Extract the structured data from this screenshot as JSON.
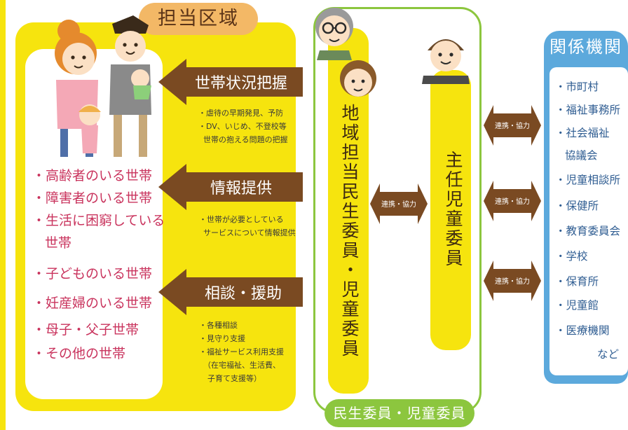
{
  "area_tag": "担当区域",
  "households": [
    "・高齢者のいる世帯",
    "・障害者のいる世帯",
    "・生活に困窮している",
    "世帯",
    "・子どものいる世帯",
    "・妊産婦のいる世帯",
    "・母子・父子世帯",
    "・その他の世帯"
  ],
  "arrows": [
    {
      "label": "世帯状況把握",
      "details": [
        "・虐待の早期発見、予防",
        "・DV、いじめ、不登校等",
        "世帯の抱える問題の把握"
      ]
    },
    {
      "label": "情報提供",
      "details": [
        "・世帯が必要としている",
        "サービスについて情報提供"
      ]
    },
    {
      "label": "相談・援助",
      "details": [
        "・各種相談",
        "・見守り支援",
        "・福祉サービス利用支援",
        "（在宅福祉、生活費、",
        "子育て支援等）"
      ]
    }
  ],
  "committee": {
    "local": "地域担当民生委員・児童委員",
    "chief": "主任児童委員",
    "group_label": "民生委員・児童委員"
  },
  "cooperation": "連携・協力",
  "agencies": {
    "title": "関係機関",
    "items": [
      "・市町村",
      "・福祉事務所",
      "・社会福祉",
      "協議会",
      "・児童相談所",
      "・保健所",
      "・教育委員会",
      "・学校",
      "・保育所",
      "・児童館",
      "・医療機関"
    ],
    "etc": "など"
  },
  "colors": {
    "yellow": "#f6e40e",
    "brown": "#7a4a22",
    "green": "#8cc63e",
    "blue": "#5ca9dc",
    "pink_text": "#c9335d"
  }
}
